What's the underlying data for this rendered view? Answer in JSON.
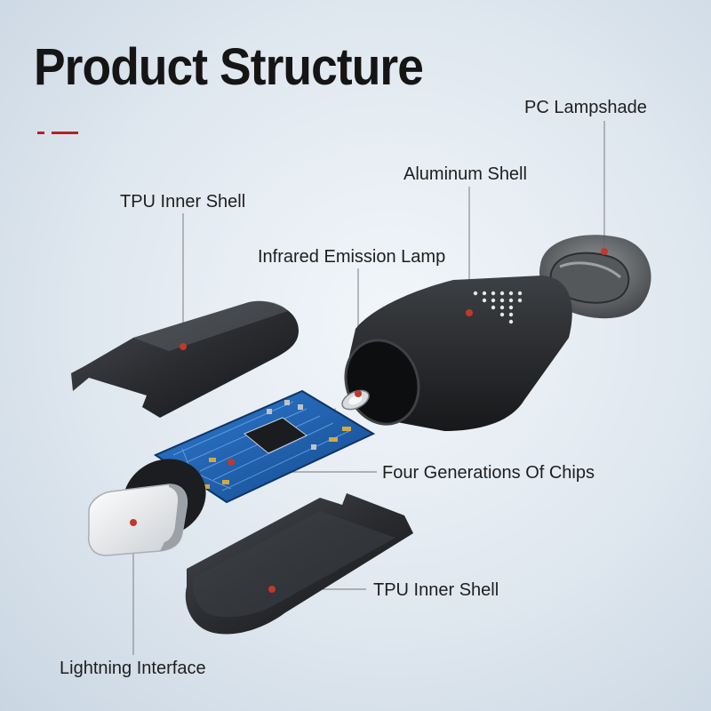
{
  "title": "Product Structure",
  "labels": {
    "pc_lampshade": "PC Lampshade",
    "aluminum_shell": "Aluminum Shell",
    "tpu_inner_shell_top": "TPU Inner Shell",
    "infrared_emission_lamp": "Infrared Emission Lamp",
    "four_generations_of_chips": "Four Generations Of Chips",
    "tpu_inner_shell_bottom": "TPU Inner Shell",
    "lightning_interface": "Lightning Interface"
  },
  "colors": {
    "accent": "#b22222",
    "leader_line": "#8a8f95",
    "pointer_dot": "#c0392b",
    "shell_dark": "#2b2d30",
    "pcb_blue": "#1f5fae"
  }
}
